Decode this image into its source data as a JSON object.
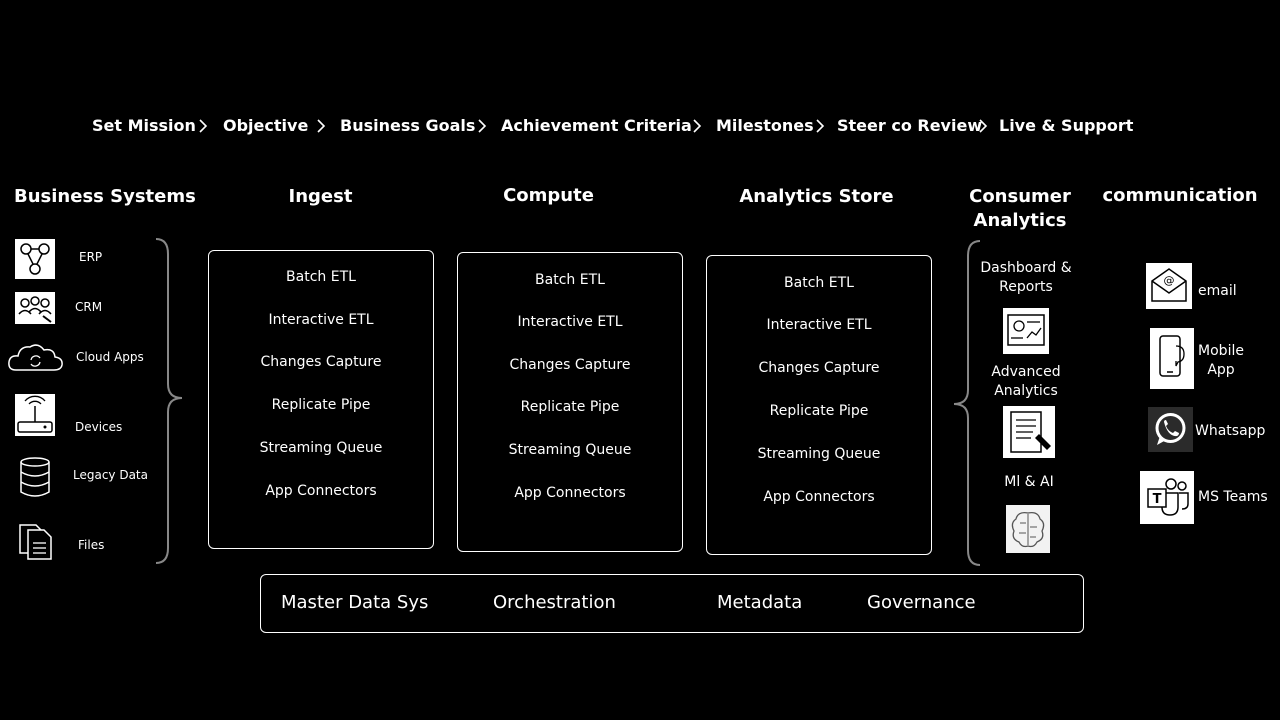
{
  "steps": [
    "Set Mission",
    "Objective",
    "Business Goals",
    "Achievement Criteria",
    "Milestones",
    "Steer co Review",
    "Live & Support"
  ],
  "headers": {
    "business_systems": "Business Systems",
    "ingest": "Ingest",
    "compute": "Compute",
    "analytics_store": "Analytics Store",
    "consumer_line1": "Consumer",
    "consumer_line2": "Analytics",
    "communication": "communication"
  },
  "business_systems": [
    {
      "label": "ERP",
      "icon": "erp-icon"
    },
    {
      "label": "CRM",
      "icon": "crm-icon"
    },
    {
      "label": "Cloud Apps",
      "icon": "cloud-icon"
    },
    {
      "label": "Devices",
      "icon": "router-icon"
    },
    {
      "label": "Legacy Data",
      "icon": "database-icon"
    },
    {
      "label": "Files",
      "icon": "files-icon"
    }
  ],
  "pipeline_items": [
    "Batch ETL",
    "Interactive ETL",
    "Changes Capture",
    "Replicate Pipe",
    "Streaming Queue",
    "App Connectors"
  ],
  "bottom_bar": [
    "Master Data Sys",
    "Orchestration",
    "Metadata",
    "Governance"
  ],
  "consumer": {
    "dashboard_line1": "Dashboard &",
    "dashboard_line2": "Reports",
    "advanced_line1": "Advanced",
    "advanced_line2": "Analytics",
    "ml": "Ml & AI"
  },
  "communication": {
    "email": "email",
    "mobile_line1": "Mobile",
    "mobile_line2": "App",
    "whatsapp": "Whatsapp",
    "teams": "MS Teams"
  }
}
